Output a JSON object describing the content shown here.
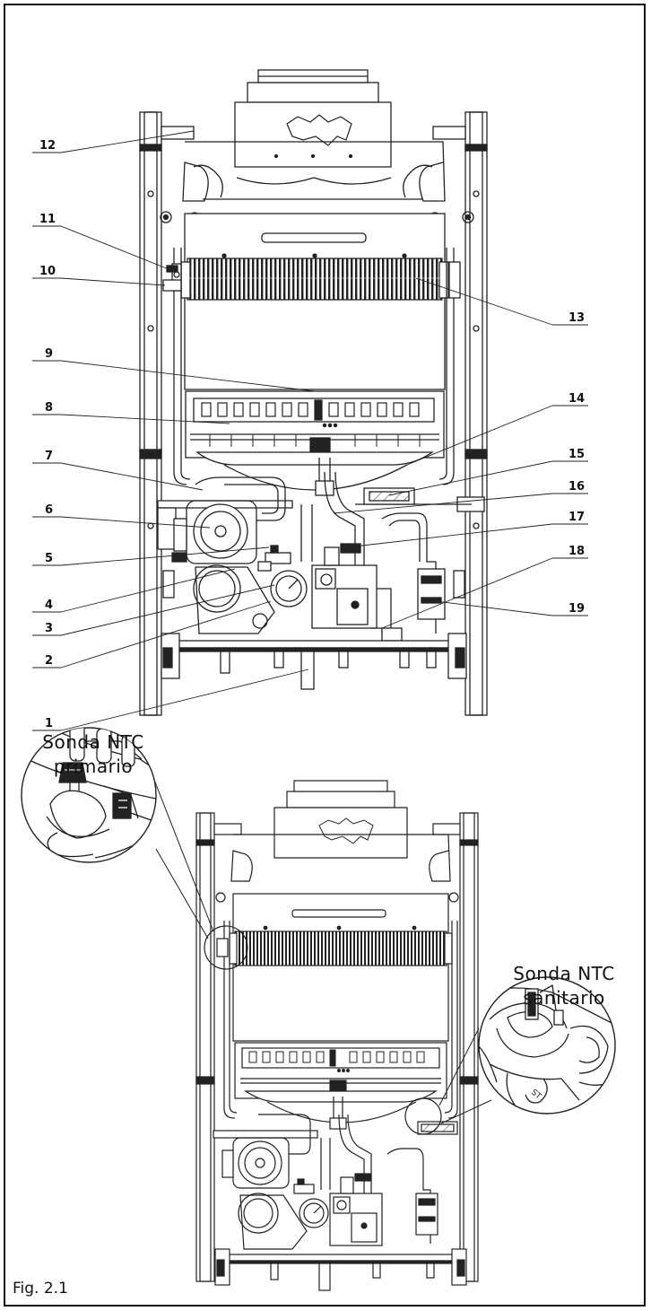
{
  "callouts": [
    "1",
    "2",
    "3",
    "4",
    "5",
    "6",
    "7",
    "8",
    "9",
    "10",
    "11",
    "12",
    "13",
    "14",
    "15",
    "16",
    "17",
    "18",
    "19"
  ],
  "labels": {
    "primary_line1": "Sonda NTC",
    "primary_line2": "primario",
    "sanitary_line1": "Sonda NTC",
    "sanitary_line2": "sanitario"
  },
  "figure_label": "Fig. 2.1"
}
